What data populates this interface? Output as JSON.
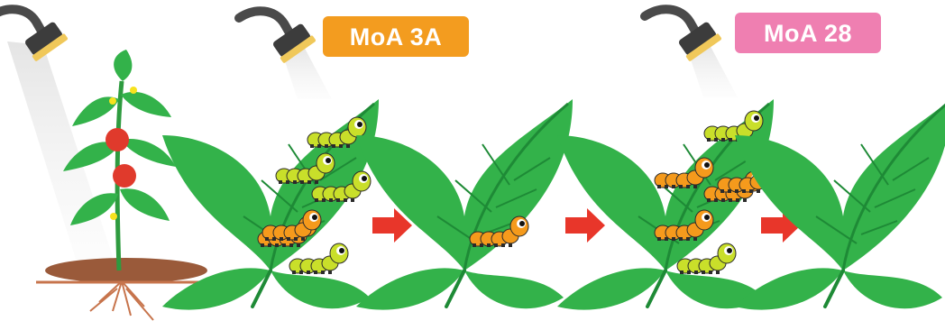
{
  "labels": {
    "moa_first": "MoA 3A",
    "moa_second": "MoA 28"
  },
  "colors": {
    "moa_first_badge": "#f39c1f",
    "moa_second_badge": "#ef7fb1",
    "leaf": "#33b24a",
    "leaf_vein": "#1e8a36",
    "arrow": "#e8362a",
    "caterpillar_yellow": "#c9df2a",
    "caterpillar_orange": "#f59a1c",
    "tomato": "#e03a2c",
    "soil": "#9a5a3a"
  },
  "icons": {
    "sprinkler": "shower-head-icon",
    "plant": "tomato-plant-icon",
    "leaf": "leaf-icon",
    "pest": "caterpillar-icon",
    "flow": "right-arrow-icon"
  },
  "stages": [
    {
      "name": "initial",
      "caterpillars_yellow": 4,
      "caterpillars_orange": 2
    },
    {
      "name": "after-moa-3a",
      "caterpillars_yellow": 0,
      "caterpillars_orange": 1
    },
    {
      "name": "reinfested",
      "caterpillars_yellow": 2,
      "caterpillars_orange": 4
    },
    {
      "name": "after-moa-28",
      "caterpillars_yellow": 0,
      "caterpillars_orange": 0
    }
  ]
}
